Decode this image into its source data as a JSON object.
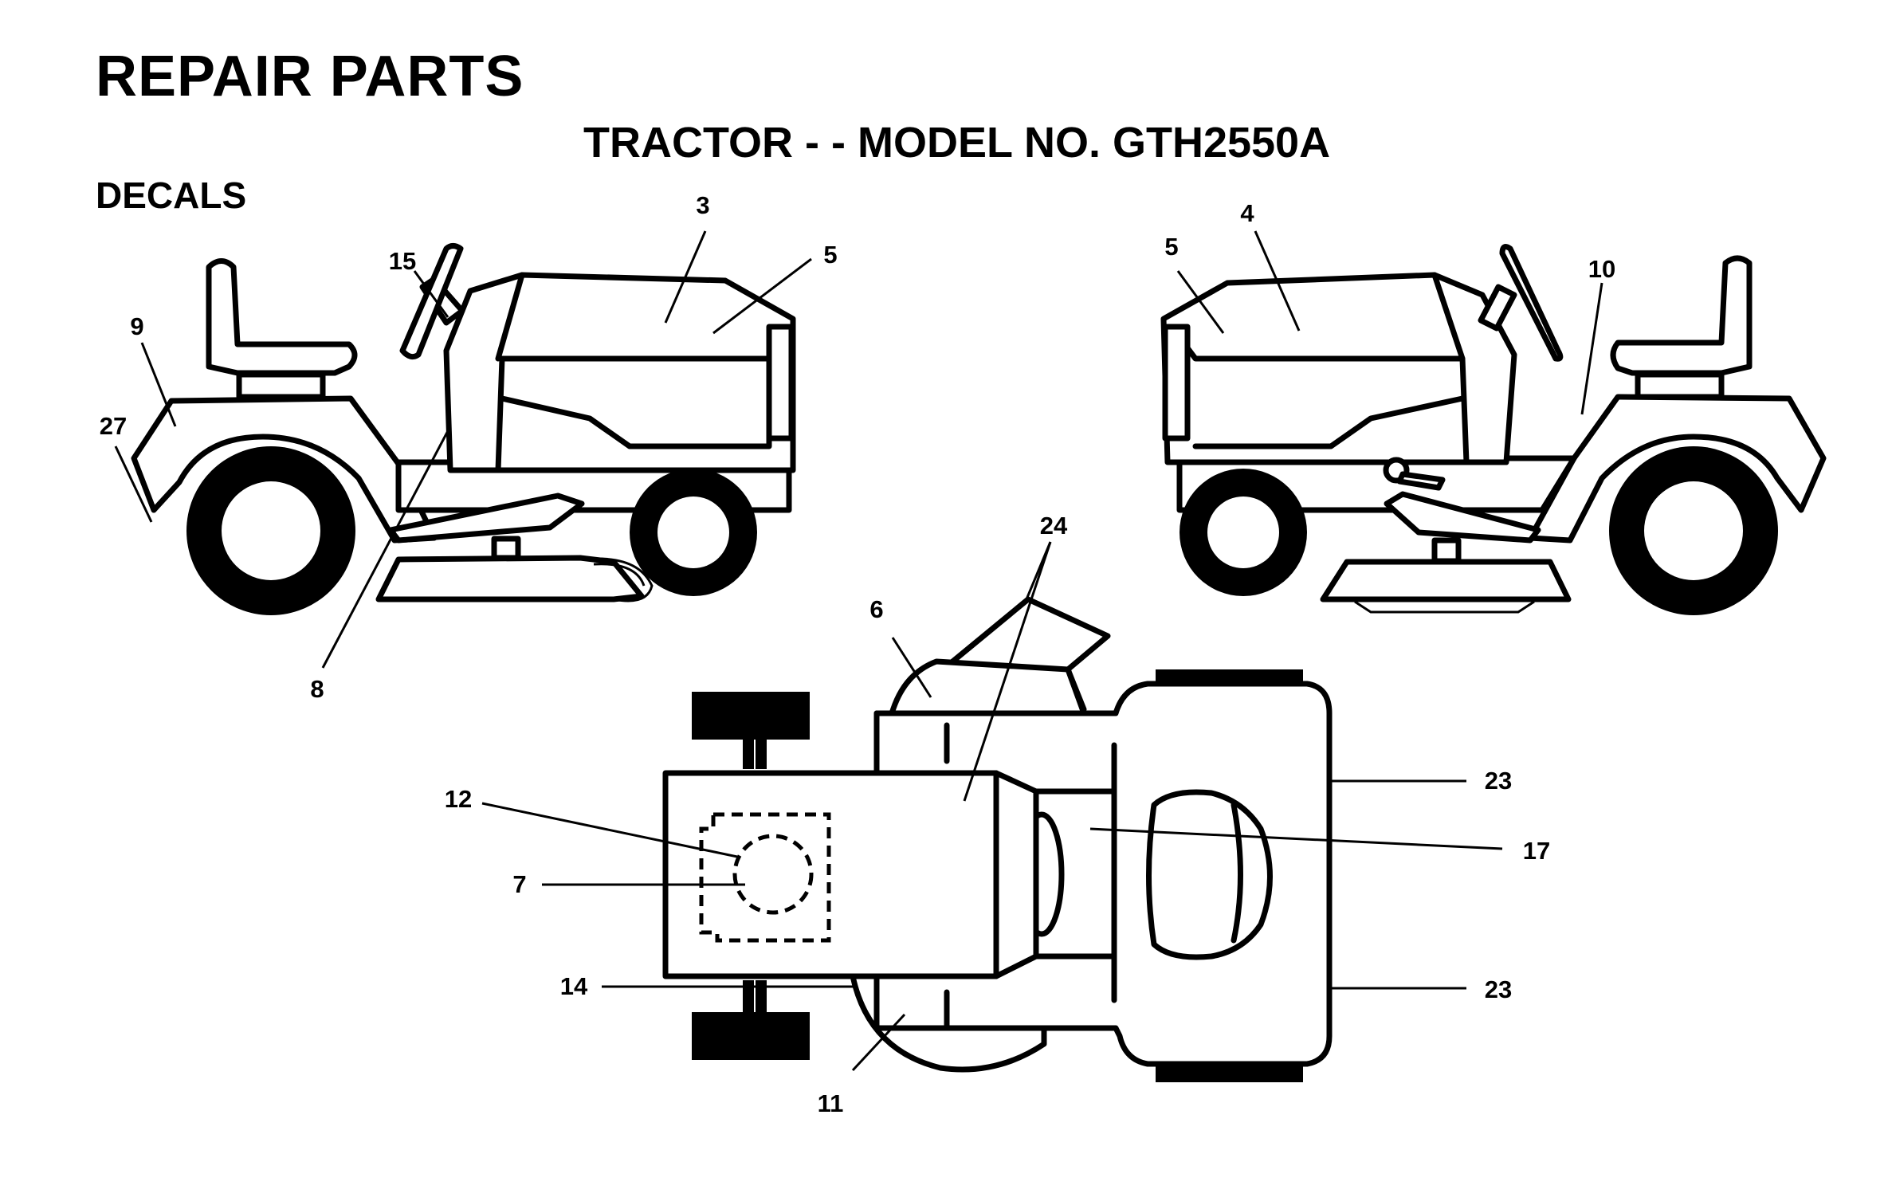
{
  "header": {
    "title": "REPAIR PARTS",
    "subtitle": "TRACTOR - - MODEL NO. GTH2550A",
    "section": "DECALS"
  },
  "callouts": [
    {
      "id": "c3",
      "label": "3"
    },
    {
      "id": "c5a",
      "label": "5"
    },
    {
      "id": "c15",
      "label": "15"
    },
    {
      "id": "c9",
      "label": "9"
    },
    {
      "id": "c27",
      "label": "27"
    },
    {
      "id": "c8",
      "label": "8"
    },
    {
      "id": "c4",
      "label": "4"
    },
    {
      "id": "c5b",
      "label": "5"
    },
    {
      "id": "c10",
      "label": "10"
    },
    {
      "id": "c24",
      "label": "24"
    },
    {
      "id": "c6",
      "label": "6"
    },
    {
      "id": "c12",
      "label": "12"
    },
    {
      "id": "c7",
      "label": "7"
    },
    {
      "id": "c14",
      "label": "14"
    },
    {
      "id": "c11",
      "label": "11"
    },
    {
      "id": "c23a",
      "label": "23"
    },
    {
      "id": "c17",
      "label": "17"
    },
    {
      "id": "c23b",
      "label": "23"
    }
  ]
}
